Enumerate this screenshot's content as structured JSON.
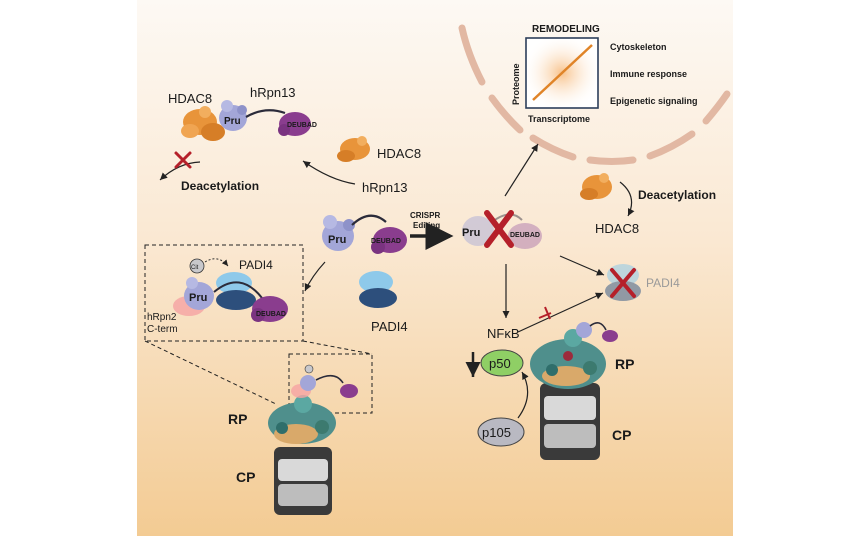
{
  "colors": {
    "bg_top": "#fbf4ec",
    "bg_bottom": "#f3cf9c",
    "hdac8": "#e8943a",
    "pru": "#a3a6d8",
    "deubad": "#8a3d8e",
    "padi4_light": "#8ec9ea",
    "padi4_dark": "#2d4f7c",
    "rp": "#4f8f8c",
    "cp": "#4a4a4a",
    "inhibit_red": "#b5202a",
    "p50": "#8fcf65",
    "p105": "#b9b9c2"
  },
  "labels": {
    "hdac8_top": "HDAC8",
    "hrpn13_top": "hRpn13",
    "pru_top": "Pru",
    "deubad_top": "DEUBAD",
    "hdac8_mid": "HDAC8",
    "deacetylation_left": "Deacetylation",
    "hrpn13_center": "hRpn13",
    "pru_center": "Pru",
    "deubad_center": "DEUBAD",
    "crispr": "CRISPR",
    "editing": "Editing",
    "pru_ko": "Pru",
    "deubad_ko": "DEUBAD",
    "padi4_inset": "PADI4",
    "pru_inset": "Pru",
    "deubad_inset": "DEUBAD",
    "hrpn2": "hRpn2",
    "cterm": "C-term",
    "cit": "Cit",
    "padi4_free": "PADI4",
    "rp_left": "RP",
    "cp_left": "CP",
    "remodeling": "REMODELING",
    "proteome": "Proteome",
    "transcriptome": "Transcriptome",
    "cytoskeleton": "Cytoskeleton",
    "immune": "Immune response",
    "epigenetic": "Epigenetic signaling",
    "deacetylation_right": "Deacetylation",
    "hdac8_right": "HDAC8",
    "padi4_right": "PADI4",
    "nfkb": "NFκB",
    "p50": "p50",
    "p105": "p105",
    "rp_right": "RP",
    "cp_right": "CP"
  }
}
